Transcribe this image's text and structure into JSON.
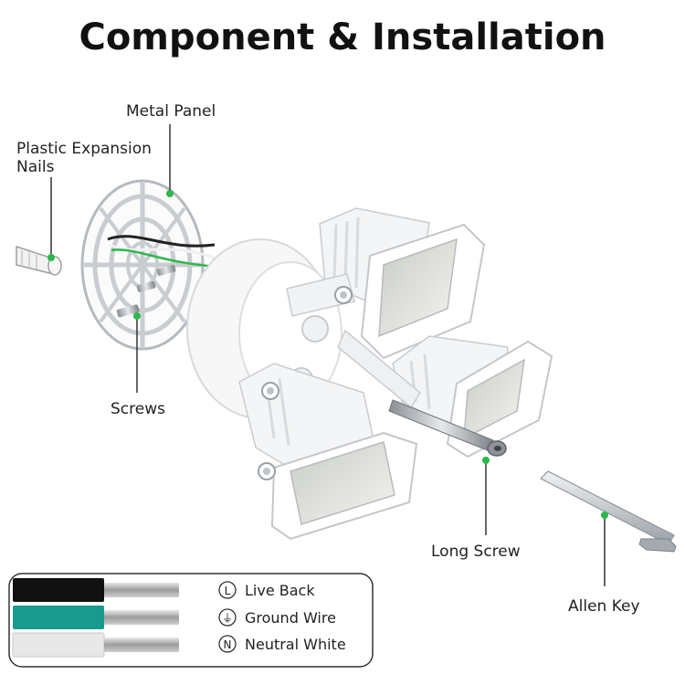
{
  "title": "Component & Installation",
  "labels": {
    "metal_panel": "Metal Panel",
    "plastic_nails_line1": "Plastic Expansion",
    "plastic_nails_line2": "Nails",
    "screws": "Screws",
    "long_screw": "Long Screw",
    "allen_key": "Allen Key"
  },
  "wires": [
    {
      "symbol": "L",
      "label": "Live Back",
      "color": "#111111"
    },
    {
      "symbol": "⏚",
      "label": "Ground Wire",
      "color": "#1a9a8c"
    },
    {
      "symbol": "N",
      "label": "Neutral White",
      "color": "#e8e8e8"
    }
  ],
  "colors": {
    "accent_dot": "#2db84b",
    "leader_line": "#333333",
    "fixture_white": "#ffffff",
    "fixture_shade": "#d9dde0"
  }
}
